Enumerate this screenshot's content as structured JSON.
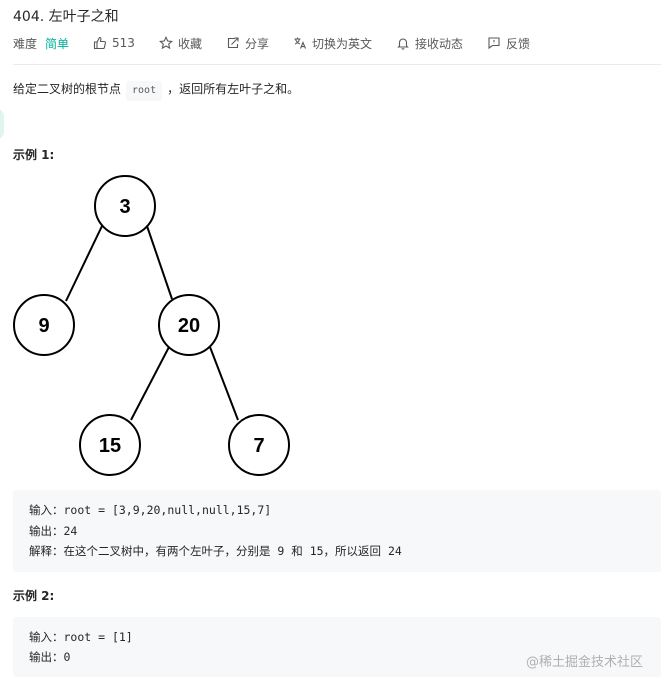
{
  "problem": {
    "title": "404. 左叶子之和"
  },
  "meta": {
    "difficulty_label": "难度",
    "difficulty_value": "简单",
    "likes": "513",
    "favorite_label": "收藏",
    "share_label": "分享",
    "switch_lang_label": "切换为英文",
    "notify_label": "接收动态",
    "feedback_label": "反馈"
  },
  "description": {
    "prefix": "给定二叉树的根节点",
    "code": "root",
    "suffix": "，返回所有左叶子之和。"
  },
  "example1": {
    "title": "示例 1:",
    "tree_nodes": [
      "3",
      "9",
      "20",
      "15",
      "7"
    ],
    "input": "输入：root = [3,9,20,null,null,15,7]",
    "output": "输出：24",
    "explanation": "解释：在这个二叉树中，有两个左叶子，分别是 9 和 15，所以返回 24"
  },
  "example2": {
    "title": "示例 2:",
    "input": "输入：root = [1]",
    "output": "输出：0"
  },
  "watermark": "@稀土掘金技术社区",
  "colors": {
    "easy": "#00af9b",
    "code_bg": "#f7f8fa"
  }
}
